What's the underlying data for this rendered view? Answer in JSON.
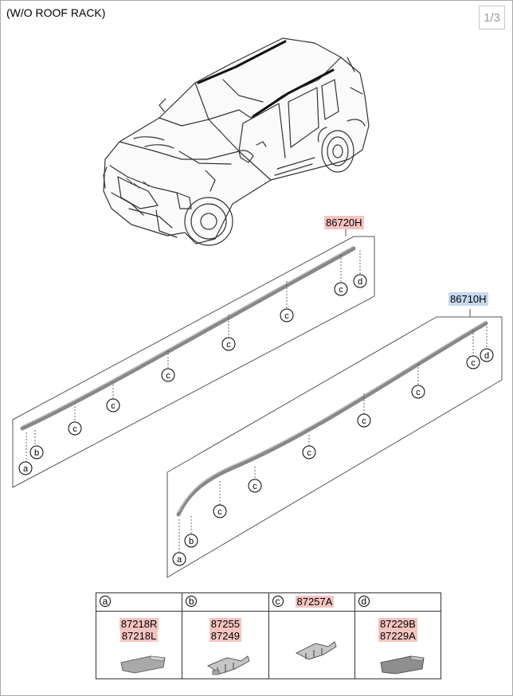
{
  "header": {
    "title": "(W/O ROOF RACK)",
    "page_indicator": "1/3"
  },
  "callouts": {
    "rear_rail": "86720H",
    "front_rail": "86710H"
  },
  "markers": {
    "a": "a",
    "b": "b",
    "c": "c",
    "d": "d"
  },
  "legend": [
    {
      "letter": "a",
      "header_part": "",
      "parts": [
        "87218R",
        "87218L"
      ],
      "icon": "moulding-end-cap-icon"
    },
    {
      "letter": "b",
      "header_part": "",
      "parts": [
        "87255",
        "87249"
      ],
      "icon": "clip-icon"
    },
    {
      "letter": "c",
      "header_part": "87257A",
      "parts": [],
      "icon": "clip-icon"
    },
    {
      "letter": "d",
      "header_part": "",
      "parts": [
        "87229B",
        "87229A"
      ],
      "icon": "moulding-end-cap-icon"
    }
  ]
}
